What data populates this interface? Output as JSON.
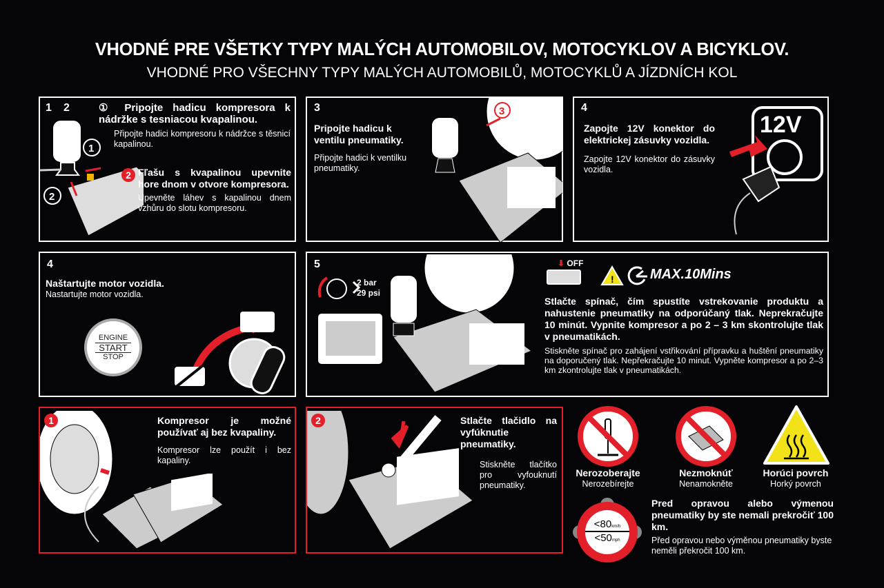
{
  "header": {
    "title_sk": "VHODNÉ PRE VŠETKY TYPY MALÝCH AUTOMOBILOV, MOTOCYKLOV A BICYKLOV.",
    "title_cz": "VHODNÉ PRO VŠECHNY TYPY MALÝCH AUTOMOBILŮ, MOTOCYKLŮ A JÍZDNÍCH KOL"
  },
  "step12": {
    "num1": "1",
    "num2": "2",
    "marker1": "①",
    "bold1": "Pripojte hadicu kompresora k nádržke s tesniacou kvapalinou.",
    "normal1": "Připojte hadici kompresoru k nádržce s těsnicí kapalinou.",
    "marker2": "2",
    "bold2": "Fľašu s kvapalinou upevnite hore dnom v otvore kompresora.",
    "normal2": "Upevněte láhev s kapalinou dnem vzhůru do slotu kompresoru.",
    "callout1": "1",
    "callout2": "2"
  },
  "step3": {
    "num": "3",
    "bold": "Pripojte hadicu k ventilu pneumatiky.",
    "normal": "Připojte hadici k ventilku pneumatiky.",
    "callout": "3"
  },
  "step4a": {
    "num": "4",
    "bold": "Zapojte 12V konektor do elektrickej zásuvky vozidla.",
    "normal": "Zapojte 12V konektor do zásuvky vozidla.",
    "socket_label": "12V"
  },
  "step4b": {
    "num": "4",
    "bold": "Naštartujte motor vozidla.",
    "normal": "Nastartujte motor vozidla.",
    "button_lines": [
      "ENGINE",
      "START",
      "STOP"
    ]
  },
  "step5": {
    "num": "5",
    "pressure_bar": "2 bar",
    "pressure_psi": "29 psi",
    "switch_label": "OFF",
    "max_time": "MAX.10Mins",
    "bold": "Stlačte spínač, čím spustíte vstrekovanie produktu a nahustenie pneumatiky na odporúčaný tlak. Neprekračujte 10 minút. Vypnite kompresor a po 2 – 3 km skontrolujte tlak v pneumatikách.",
    "normal": "Stiskněte spínač pro zahájení vstřikování přípravku a huštění pneumatiky na doporučený tlak. Nepřekračujte 10 minut. Vypněte kompresor a po 2–3 km zkontrolujte tlak v pneumatikách."
  },
  "note1": {
    "num": "1",
    "bold": "Kompresor je možné používať aj bez kvapaliny.",
    "normal": "Kompresor lze použít i bez kapaliny."
  },
  "note2": {
    "num": "2",
    "bold": "Stlačte tlačidlo na vyfúknutie pneumatiky.",
    "normal": "Stiskněte tlačítko pro vyfouknutí pneumatiky."
  },
  "warnings": [
    {
      "bold": "Nerozoberajte",
      "normal": "Nerozebírejte"
    },
    {
      "bold": "Nezmoknúť",
      "normal": "Nenamokněte"
    },
    {
      "bold": "Horúci povrch",
      "normal": "Horký povrch"
    }
  ],
  "speed": {
    "kmh": "<80",
    "kmh_unit": "km/h",
    "mph": "<50",
    "mph_unit": "mph",
    "bold": "Pred opravou alebo výmenou pneumatiky by ste nemali prekročiť 100 km.",
    "normal": "Před opravou nebo výměnou pneumatiky byste neměli překročit 100 km."
  },
  "colors": {
    "accent": "#e3202a",
    "warning": "#f2e21a",
    "background": "#050508"
  }
}
